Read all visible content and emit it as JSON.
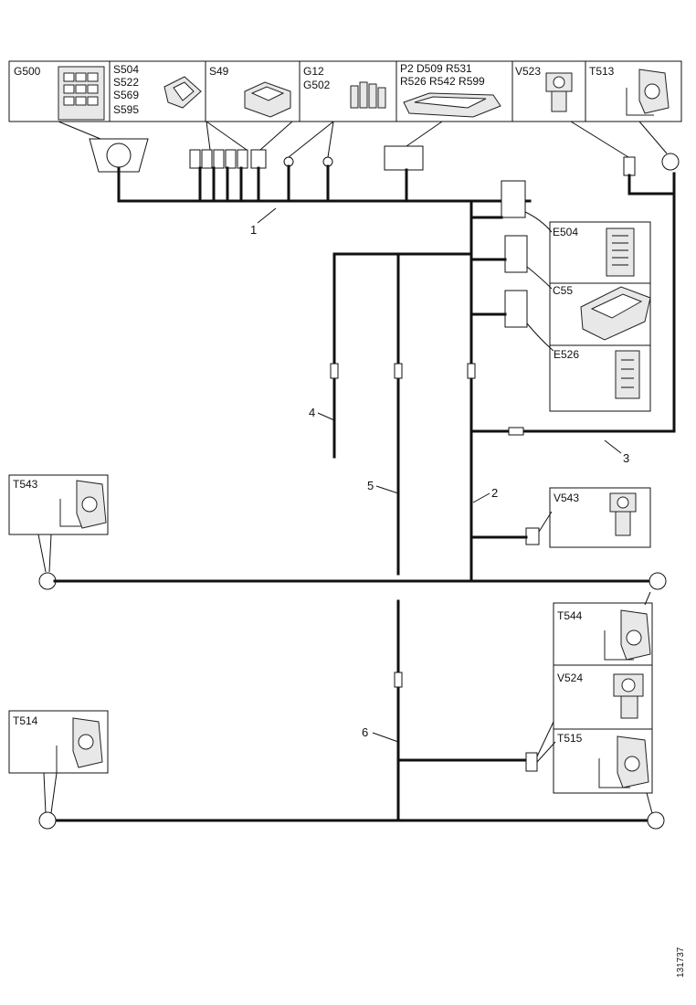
{
  "components": {
    "g500": "G500",
    "s504_group": [
      "S504",
      "S522",
      "S569",
      "S595"
    ],
    "s49": "S49",
    "g12_group": [
      "G12",
      "G502"
    ],
    "p2_group": [
      "P2 D509 R531",
      "R526 R542 R599"
    ],
    "v523": "V523",
    "t513": "T513",
    "e504": "E504",
    "c55": "C55",
    "e526": "E526",
    "t543": "T543",
    "v543": "V543",
    "t544": "T544",
    "v524": "V524",
    "t515": "T515",
    "t514": "T514"
  },
  "harnesses": {
    "h1": "1",
    "h2": "2",
    "h3": "3",
    "h4": "4",
    "h5": "5",
    "h6": "6"
  },
  "reference": "131737"
}
